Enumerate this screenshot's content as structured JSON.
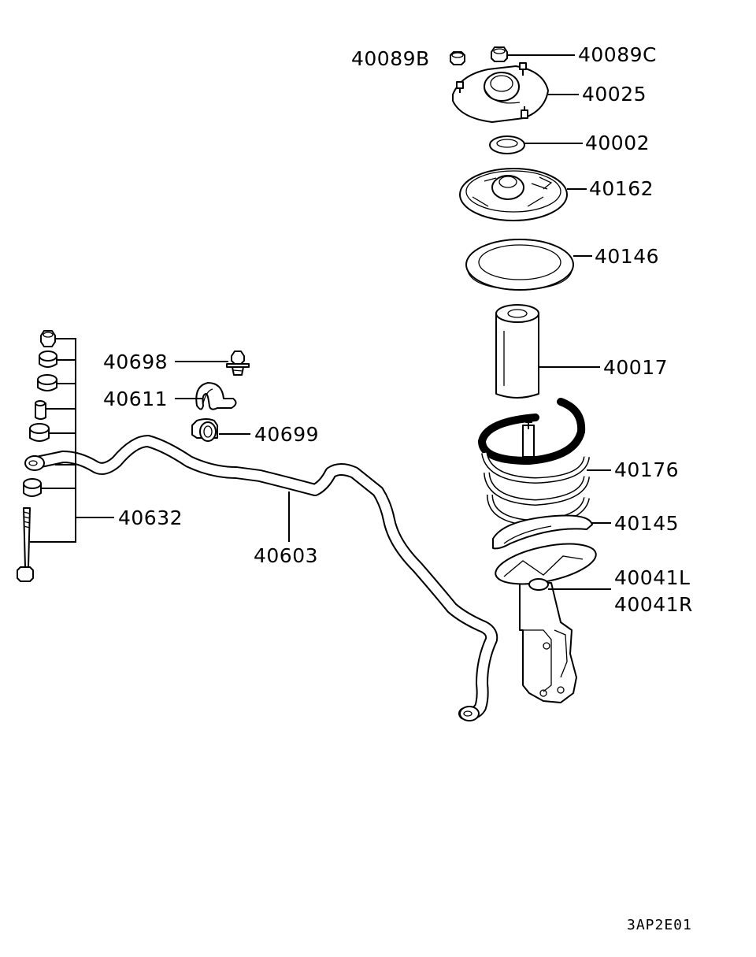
{
  "diagram": {
    "labels": {
      "p40089B": "40089B",
      "p40089C": "40089C",
      "p40025": "40025",
      "p40002": "40002",
      "p40162": "40162",
      "p40146": "40146",
      "p40017": "40017",
      "p40176": "40176",
      "p40145": "40145",
      "p40041L": "40041L",
      "p40041R": "40041R",
      "p40698": "40698",
      "p40611": "40611",
      "p40699": "40699",
      "p40632": "40632",
      "p40603": "40603"
    },
    "diagram_code": "3AP2E01"
  }
}
